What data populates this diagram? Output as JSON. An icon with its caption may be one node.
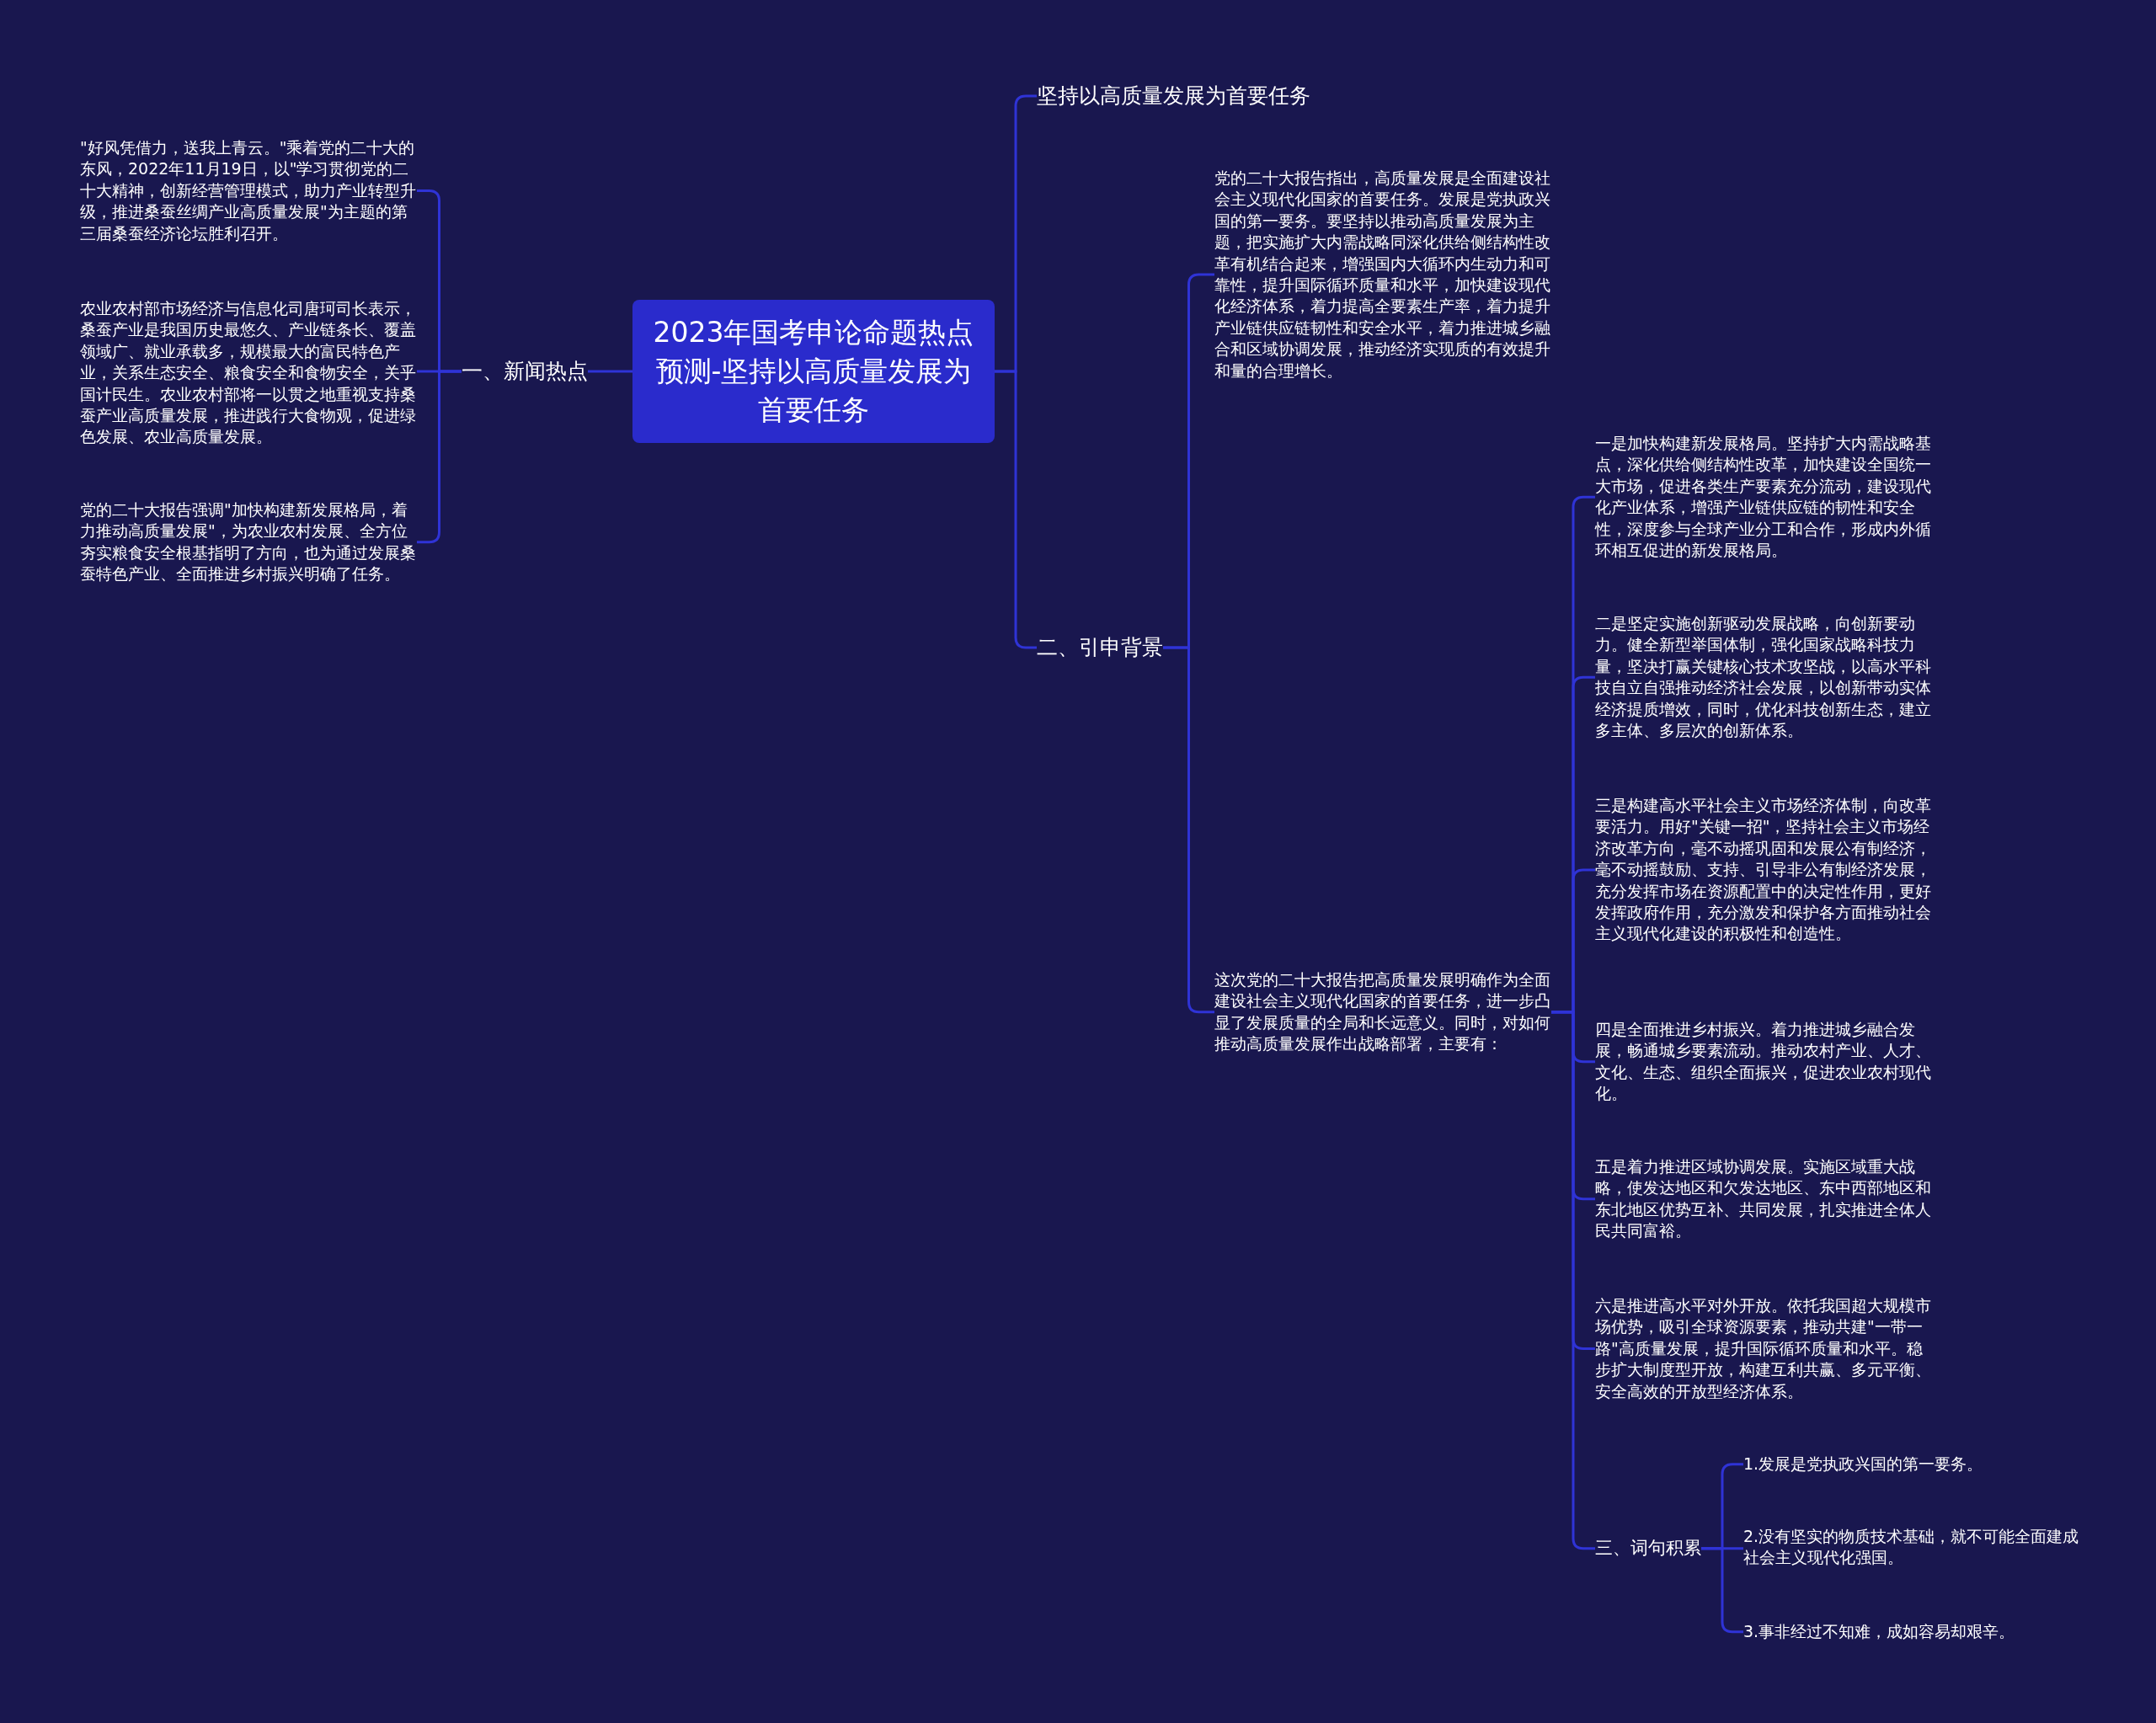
{
  "diagram": {
    "nodes": [
      {
        "text": [
          "2023年国考申论命题热点预测-坚持以高质量发展为首要任务"
        ]
      },
      {
        "text": [
          "一、新闻热点"
        ]
      },
      {
        "text": [
          "\"好风凭借力，送我上青云。\"乘着党的二十大的东风，2022年11月19日，以\"学习贯彻党的二十大精神，创新经营管理模式，助力产业转型升级，推进桑蚕丝绸产业高质量发展\"为主题的第三届桑蚕经济论坛胜利召开。"
        ]
      },
      {
        "text": [
          "农业农村部市场经济与信息化司唐珂司长表示，桑蚕产业是我国历史最悠久、产业链条长、覆盖领域广、就业承载多，规模最大的富民特色产业，关系生态安全、粮食安全和食物安全，关乎国计民生。农业农村部将一以贯之地重视支持桑蚕产业高质量发展，推进践行大食物观，促进绿色发展、农业高质量发展。"
        ]
      },
      {
        "text": [
          "党的二十大报告强调\"加快构建新发展格局，着力推动高质量发展\"，为农业农村发展、全方位夯实粮食安全根基指明了方向，也为通过发展桑蚕特色产业、全面推进乡村振兴明确了任务。"
        ]
      },
      {
        "text": [
          "坚持以高质量发展为首要任务"
        ]
      },
      {
        "text": [
          "二、引申背景"
        ]
      },
      {
        "text": [
          "党的二十大报告指出，高质量发展是全面建设社会主义现代化国家的首要任务。发展是党执政兴国的第一要务。要坚持以推动高质量发展为主题，把实施扩大内需战略同深化供给侧结构性改革有机结合起来，增强国内大循环内生动力和可靠性，提升国际循环质量和水平，加快建设现代化经济体系，着力提高全要素生产率，着力提升产业链供应链韧性和安全水平，着力推进城乡融合和区域协调发展，推动经济实现质的有效提升和量的合理增长。"
        ]
      },
      {
        "text": [
          "这次党的二十大报告把高质量发展明确作为全面建设社会主义现代化国家的首要任务，进一步凸显了发展质量的全局和长远意义。同时，对如何推动高质量发展作出战略部署，主要有："
        ]
      },
      {
        "text": [
          "一是加快构建新发展格局。坚持扩大内需战略基点，深化供给侧结构性改革，加快建设全国统一大市场，促进各类生产要素充分流动，建设现代化产业体系，增强产业链供应链的韧性和安全性，深度参与全球产业分工和合作，形成内外循环相互促进的新发展格局。"
        ]
      },
      {
        "text": [
          "二是坚定实施创新驱动发展战略，向创新要动力。健全新型举国体制，强化国家战略科技力量，坚决打赢关键核心技术攻坚战，以高水平科技自立自强推动经济社会发展，以创新带动实体经济提质增效，同时，优化科技创新生态，建立多主体、多层次的创新体系。"
        ]
      },
      {
        "text": [
          "三是构建高水平社会主义市场经济体制，向改革要活力。用好\"关键一招\"，坚持社会主义市场经济改革方向，毫不动摇巩固和发展公有制经济，毫不动摇鼓励、支持、引导非公有制经济发展，充分发挥市场在资源配置中的决定性作用，更好发挥政府作用，充分激发和保护各方面推动社会主义现代化建设的积极性和创造性。"
        ]
      },
      {
        "text": [
          "四是全面推进乡村振兴。着力推进城乡融合发展，畅通城乡要素流动。推动农村产业、人才、文化、生态、组织全面振兴，促进农业农村现代化。"
        ]
      },
      {
        "text": [
          "五是着力推进区域协调发展。实施区域重大战略，使发达地区和欠发达地区、东中西部地区和东北地区优势互补、共同发展，扎实推进全体人民共同富裕。"
        ]
      },
      {
        "text": [
          "六是推进高水平对外开放。依托我国超大规模市场优势，吸引全球资源要素，推动共建\"一带一路\"高质量发展，提升国际循环质量和水平。稳步扩大制度型开放，构建互利共赢、多元平衡、安全高效的开放型经济体系。"
        ]
      },
      {
        "text": [
          "三、词句积累"
        ]
      },
      {
        "text": [
          "1.发展是党执政兴国的第一要务。"
        ]
      },
      {
        "text": [
          "2.没有坚实的物质技术基础，就不可能全面建成社会主义现代化强国。"
        ]
      },
      {
        "text": [
          "3.事非经过不知难，成如容易却艰辛。"
        ]
      }
    ],
    "edges": [
      {
        "from": 0,
        "to": 1,
        "arrow": "none"
      },
      {
        "from": 1,
        "to": 2,
        "arrow": "none"
      },
      {
        "from": 1,
        "to": 3,
        "arrow": "none"
      },
      {
        "from": 1,
        "to": 4,
        "arrow": "none"
      },
      {
        "from": 0,
        "to": 5,
        "arrow": "none"
      },
      {
        "from": 0,
        "to": 6,
        "arrow": "none"
      },
      {
        "from": 6,
        "to": 7,
        "arrow": "none"
      },
      {
        "from": 6,
        "to": 8,
        "arrow": "none"
      },
      {
        "from": 8,
        "to": 9,
        "arrow": "none"
      },
      {
        "from": 8,
        "to": 10,
        "arrow": "none"
      },
      {
        "from": 8,
        "to": 11,
        "arrow": "none"
      },
      {
        "from": 8,
        "to": 12,
        "arrow": "none"
      },
      {
        "from": 8,
        "to": 13,
        "arrow": "none"
      },
      {
        "from": 8,
        "to": 14,
        "arrow": "none"
      },
      {
        "from": 8,
        "to": 15,
        "arrow": "none"
      },
      {
        "from": 15,
        "to": 16,
        "arrow": "none"
      },
      {
        "from": 15,
        "to": 17,
        "arrow": "none"
      },
      {
        "from": 15,
        "to": 18,
        "arrow": "none"
      }
    ]
  }
}
